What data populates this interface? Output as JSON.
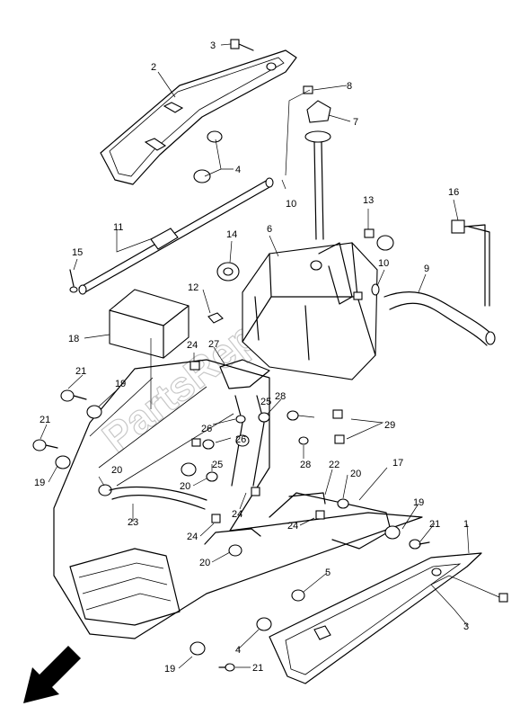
{
  "diagram": {
    "watermark": "PartsRepublik",
    "callouts": [
      {
        "id": "c-3a",
        "text": "3"
      },
      {
        "id": "c-2",
        "text": "2"
      },
      {
        "id": "c-4a",
        "text": "4"
      },
      {
        "id": "c-8",
        "text": "8"
      },
      {
        "id": "c-7",
        "text": "7"
      },
      {
        "id": "c-10a",
        "text": "10"
      },
      {
        "id": "c-11",
        "text": "11"
      },
      {
        "id": "c-13",
        "text": "13"
      },
      {
        "id": "c-16",
        "text": "16"
      },
      {
        "id": "c-14",
        "text": "14"
      },
      {
        "id": "c-6",
        "text": "6"
      },
      {
        "id": "c-15",
        "text": "15"
      },
      {
        "id": "c-10b",
        "text": "10"
      },
      {
        "id": "c-9",
        "text": "9"
      },
      {
        "id": "c-12",
        "text": "12"
      },
      {
        "id": "c-18",
        "text": "18"
      },
      {
        "id": "c-24a",
        "text": "24"
      },
      {
        "id": "c-27",
        "text": "27"
      },
      {
        "id": "c-21a",
        "text": "21"
      },
      {
        "id": "c-19a",
        "text": "19"
      },
      {
        "id": "c-28a",
        "text": "28"
      },
      {
        "id": "c-25a",
        "text": "25"
      },
      {
        "id": "c-26a",
        "text": "26"
      },
      {
        "id": "c-29",
        "text": "29"
      },
      {
        "id": "c-21b",
        "text": "21"
      },
      {
        "id": "c-26b",
        "text": "26"
      },
      {
        "id": "c-25b",
        "text": "25"
      },
      {
        "id": "c-28b",
        "text": "28"
      },
      {
        "id": "c-22",
        "text": "22"
      },
      {
        "id": "c-17",
        "text": "17"
      },
      {
        "id": "c-19b",
        "text": "19"
      },
      {
        "id": "c-20a",
        "text": "20"
      },
      {
        "id": "c-20b",
        "text": "20"
      },
      {
        "id": "c-20c",
        "text": "20"
      },
      {
        "id": "c-23",
        "text": "23"
      },
      {
        "id": "c-24b",
        "text": "24"
      },
      {
        "id": "c-24c",
        "text": "24"
      },
      {
        "id": "c-24d",
        "text": "24"
      },
      {
        "id": "c-19c",
        "text": "19"
      },
      {
        "id": "c-21c",
        "text": "21"
      },
      {
        "id": "c-1",
        "text": "1"
      },
      {
        "id": "c-20d",
        "text": "20"
      },
      {
        "id": "c-5",
        "text": "5"
      },
      {
        "id": "c-3b",
        "text": "3"
      },
      {
        "id": "c-4b",
        "text": "4"
      },
      {
        "id": "c-19d",
        "text": "19"
      },
      {
        "id": "c-21d",
        "text": "21"
      }
    ]
  }
}
